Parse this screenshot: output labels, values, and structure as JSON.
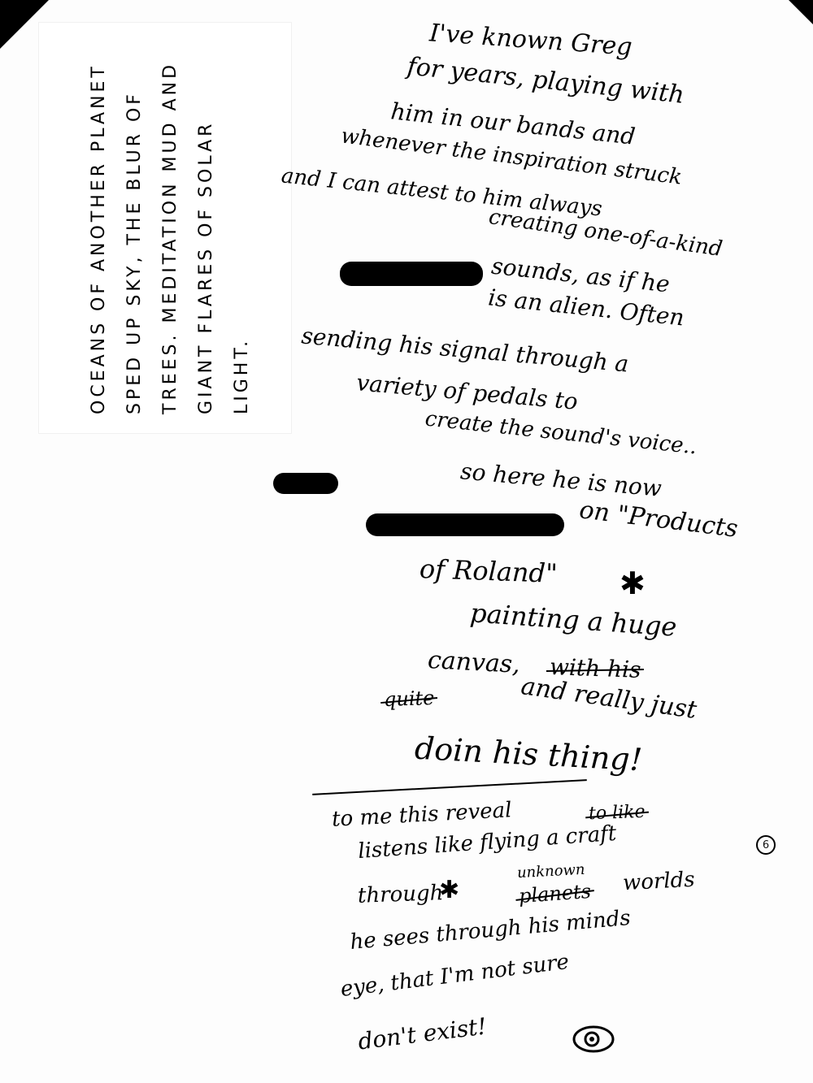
{
  "rotated_note": {
    "lines": [
      "OCEANS OF ANOTHER PLANET",
      "SPED UP SKY, THE BLUR OF",
      "TREES. MEDITATION MUD AND",
      "GIANT FLARES OF SOLAR",
      "LIGHT."
    ]
  },
  "main_text": {
    "lines": [
      "I've known Greg",
      "for years, playing with",
      "him in our bands and",
      "whenever the inspiration struck",
      "and I can attest to him always",
      "creating one-of-a-kind",
      "sounds, as if he",
      "is an alien. Often",
      "sending his signal through a",
      "variety of pedals to",
      "create the sound's voice..",
      "so here he is now",
      "on \"Products",
      "of Roland\"",
      "painting a huge",
      "canvas,",
      "and really just",
      "doin his thing!"
    ],
    "struck_words": [
      "with his",
      "quite"
    ]
  },
  "lower_text": {
    "lines": [
      "to me this reveal",
      "listens like flying a craft",
      "through",
      "worlds",
      "he sees through his minds",
      "eye, that I'm not sure",
      "don't exist!"
    ],
    "struck_words": [
      "to like",
      "planets"
    ],
    "inserted_word": "unknown"
  },
  "page_number": "6"
}
